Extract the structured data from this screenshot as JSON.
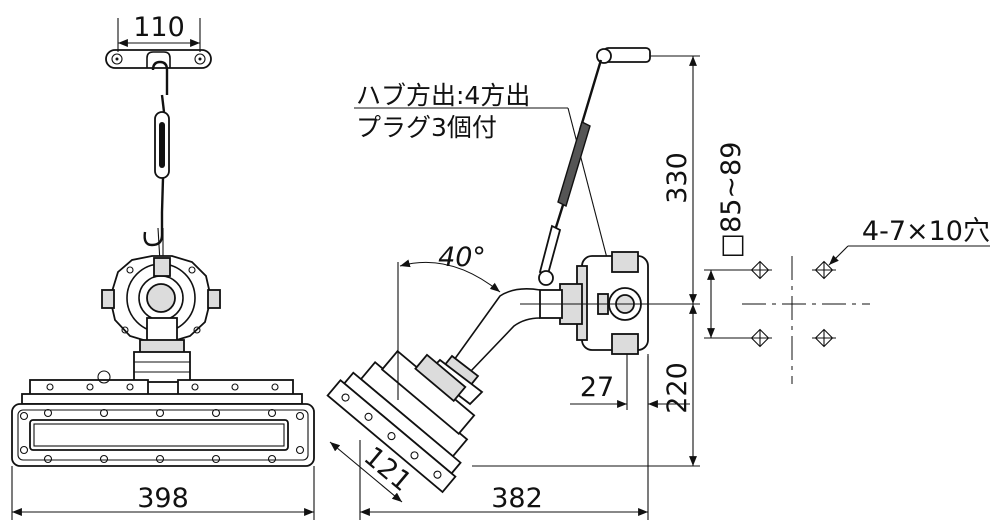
{
  "dimensions": {
    "hanger_width": "110",
    "front_width": "398",
    "side_width": "382",
    "fixture_depth": "121",
    "top_height": "330",
    "bottom_height": "220",
    "box_offset": "27",
    "tilt_angle": "40°",
    "mount_square": "□85~89",
    "mount_holes": "4-7×10穴"
  },
  "notes": {
    "hub_line": "ハブ方出:4方出",
    "plug_line": "プラグ3個付"
  }
}
